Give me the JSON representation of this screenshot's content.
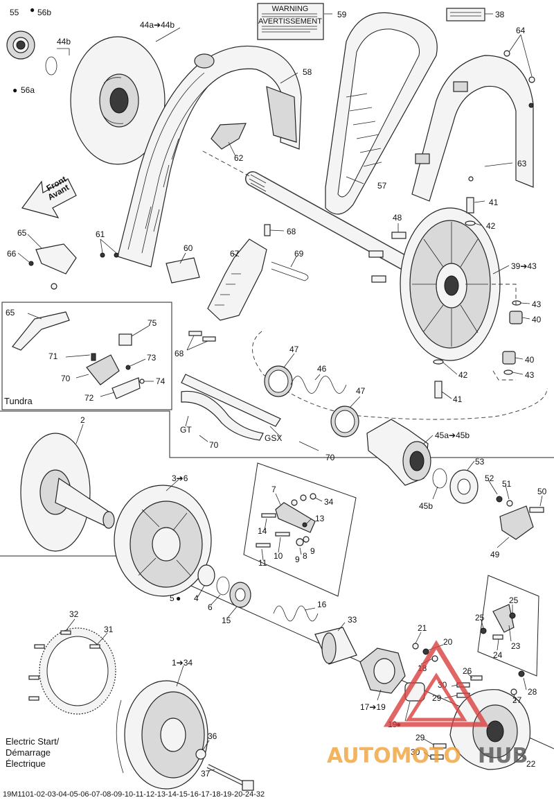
{
  "diagram": {
    "code": "19M1101-02-03-04-05-06-07-08-09-10-11-12-13-14-15-16-17-18-19-20-24-32",
    "front_label": [
      "Front",
      "Avant"
    ],
    "boxes": {
      "tundra": "Tundra",
      "electric_start": [
        "Electric Start/",
        "Démarrage",
        "Électrique"
      ]
    },
    "decal_text": [
      "WARNING",
      "AVERTISSEMENT"
    ],
    "watermark": {
      "left": "AUTOMOTO",
      "right": "HUB"
    },
    "callouts": {
      "c55": "55",
      "c56b": "56b",
      "c56a": "56a",
      "c44b": "44b",
      "c44ab": "44a➔44b",
      "c59": "59",
      "c38": "38",
      "c64": "64",
      "c58": "58",
      "c57": "57",
      "c63": "63",
      "c62": "62",
      "c41a": "41",
      "c48": "48",
      "c42a": "42",
      "c65a": "65",
      "c66": "66",
      "c61": "61",
      "c60": "60",
      "c67": "67",
      "c68a": "68",
      "c69": "69",
      "c3943": "39➔43",
      "c43a": "43",
      "c40a": "40",
      "c65b": "65",
      "c75": "75",
      "c71": "71",
      "c73": "73",
      "c70a": "70",
      "c74": "74",
      "c72": "72",
      "c68b": "68",
      "c47a": "47",
      "c46": "46",
      "c47b": "47",
      "c40b": "40",
      "c42b": "42",
      "c43b": "43",
      "c41b": "41",
      "cGT": "GT",
      "c70b": "70",
      "cGSX": "GSX",
      "c70c": "70",
      "c45ab": "45a➔45b",
      "c53": "53",
      "c52": "52",
      "c51": "51",
      "c50": "50",
      "c45b": "45b",
      "c49": "49",
      "c2": "2",
      "c36": "3➔6",
      "c7": "7",
      "c34a": "34",
      "c13": "13",
      "c14": "14",
      "c10": "10",
      "c11": "11",
      "c9a": "9",
      "c8": "8",
      "c9b": "9",
      "c5": "5",
      "c4": "4",
      "c6": "6",
      "c15": "15",
      "c16": "16",
      "c33": "33",
      "c32": "32",
      "c31": "31",
      "c134": "1➔34",
      "c36b": "36",
      "c37": "37",
      "c21": "21",
      "c20": "20",
      "c18": "18",
      "c1719": "17➔19",
      "c19": "19",
      "c25a": "25",
      "c25b": "25",
      "c23": "23",
      "c24": "24",
      "c26": "26",
      "c30a": "30",
      "c29a": "29",
      "c28": "28",
      "c27": "27",
      "c29b": "29",
      "c30b": "30",
      "c22": "22"
    }
  }
}
